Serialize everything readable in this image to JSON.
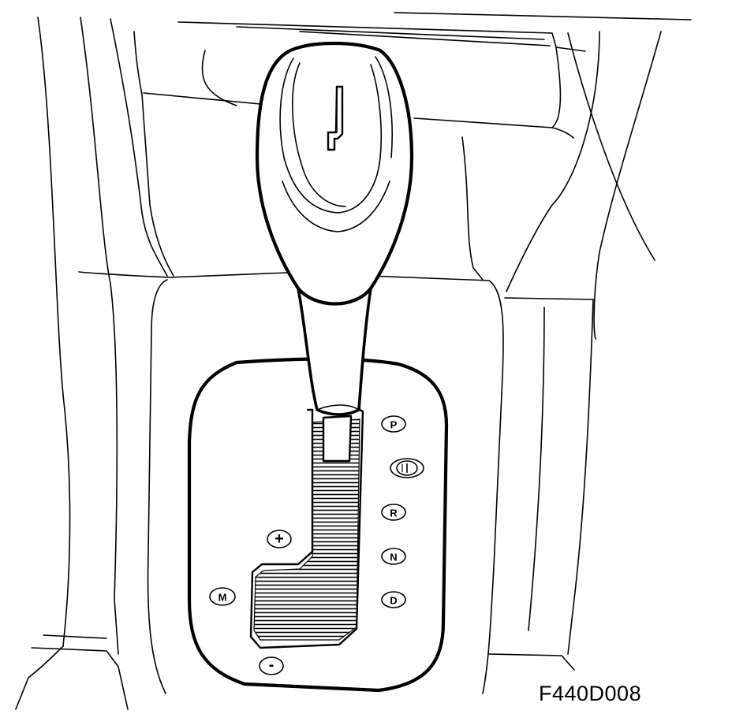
{
  "figure_code": "F440D008",
  "gear_positions": [
    "P",
    "R",
    "N",
    "D"
  ],
  "interlock_symbol": "lock-button",
  "manual_mode": {
    "mode_label": "M",
    "upshift_label": "+",
    "downshift_label": "-"
  },
  "colors": {
    "line": "#000000",
    "background": "#ffffff"
  }
}
